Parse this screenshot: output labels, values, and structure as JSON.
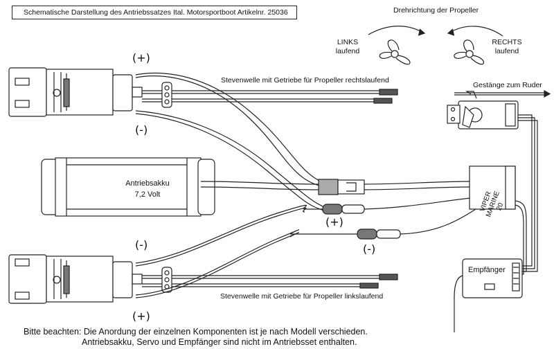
{
  "title": "Schematische Darstellung des Antriebssatzes Ital. Motorsportboot Artikelnr. 25036",
  "propeller": {
    "heading": "Drehrichtung der Propeller",
    "left_line1": "LINKS",
    "left_line2": "laufend",
    "right_line1": "RECHTS",
    "right_line2": "laufend"
  },
  "labels": {
    "shaft_top": "Stevenwelle mit Getriebe für Propeller rechtslaufend",
    "shaft_bottom": "Stevenwelle mit Getriebe für Propeller linkslaufend",
    "linkage": "Gestänge zum Ruder",
    "battery_line1": "Antriebsakku",
    "battery_line2": "7,2 Volt",
    "esc_line1": "VIPER",
    "esc_line2": "MARINE",
    "esc_line3": "20",
    "receiver": "Empfänger"
  },
  "polarity": {
    "motor_top_plus": "(+)",
    "motor_top_minus": "(-)",
    "motor_bottom_minus": "(-)",
    "motor_bottom_plus": "(+)",
    "connector_plus": "(+)",
    "connector_minus": "(-)"
  },
  "note": {
    "line1": "Bitte beachten:  Die Anordung der einzelnen Komponenten ist je nach Modell verschieden.",
    "line2": "Antriebsakku, Servo und Empfänger sind nicht im Antriebsset enthalten."
  }
}
